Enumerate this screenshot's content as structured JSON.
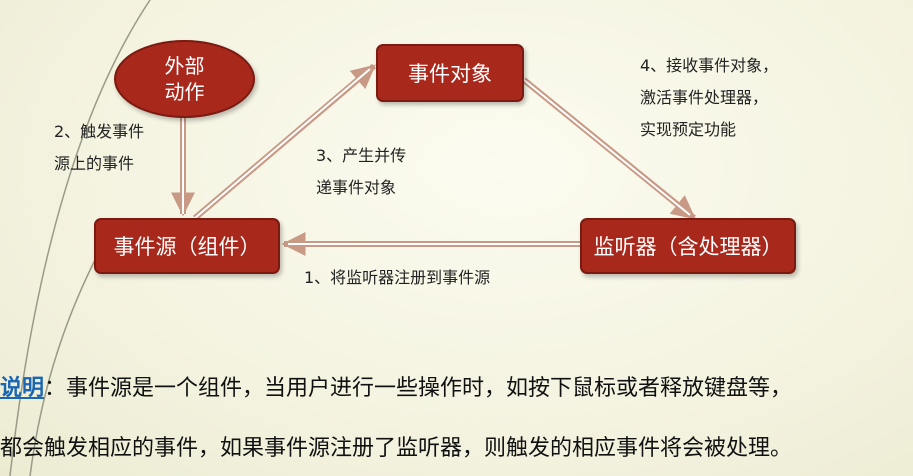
{
  "colors": {
    "box_fill": "#a8281c",
    "box_border": "#7a1a10",
    "arrow": "#c89a86",
    "accent_text": "#1a66b3"
  },
  "nodes": {
    "external_action": {
      "line1": "外部",
      "line2": "动作"
    },
    "event_object": "事件对象",
    "event_source": "事件源（组件）",
    "listener": "监听器（含处理器）"
  },
  "labels": {
    "step1": "1、将监听器注册到事件源",
    "step2": {
      "line1": "2、触发事件",
      "line2": "源上的事件"
    },
    "step3": {
      "line1": "3、产生并传",
      "line2": "递事件对象"
    },
    "step4": {
      "line1": "4、接收事件对象，",
      "line2": "激活事件处理器，",
      "line3": "实现预定功能"
    }
  },
  "description": {
    "keyword": "说明",
    "line1_rest": "：事件源是一个组件，当用户进行一些操作时，如按下鼠标或者释放键盘等，",
    "line2": "都会触发相应的事件，如果事件源注册了监听器，则触发的相应事件将会被处理。"
  }
}
